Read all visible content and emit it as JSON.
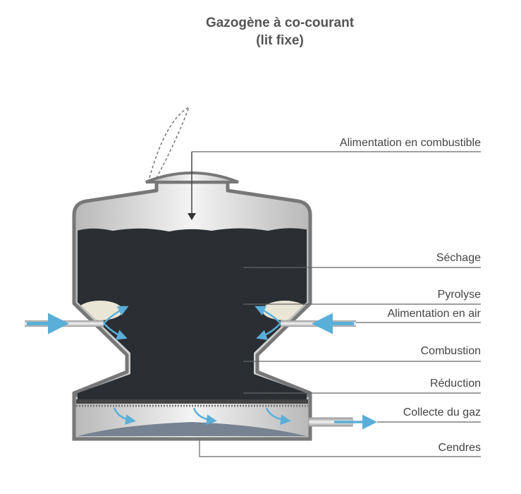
{
  "title": {
    "line1": "Gazogène à co-courant",
    "line2": "(lit fixe)"
  },
  "labels": {
    "fuel_feed": "Alimentation en combustible",
    "drying": "Séchage",
    "pyrolysis": "Pyrolyse",
    "air_feed": "Alimentation en air",
    "combustion": "Combustion",
    "reduction": "Réduction",
    "gas_collection": "Collecte du gaz",
    "ashes": "Cendres"
  },
  "colors": {
    "air_arrow": "#5aafd8",
    "shell": "#777777",
    "drying": "#d8c9a4",
    "pyrolysis": "#f5e62a",
    "combustion": "#f0501e",
    "reduction": "#5c646a"
  }
}
